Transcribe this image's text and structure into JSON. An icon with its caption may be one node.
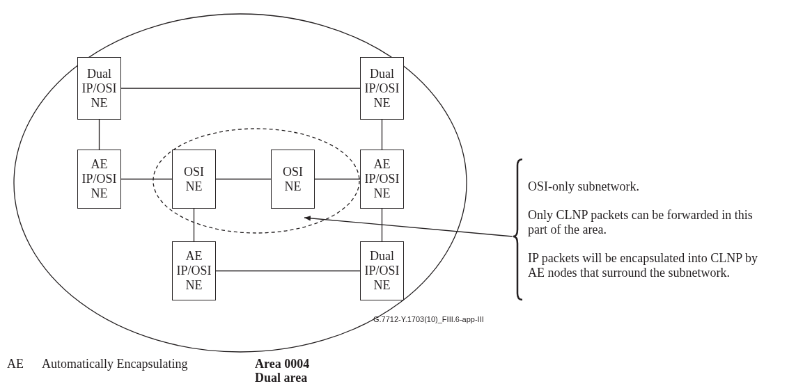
{
  "diagram": {
    "nodes": [
      {
        "text": [],
        "shape": "ellipse"
      },
      {
        "text": [
          "Dual IP/OSI NE"
        ],
        "in": 0
      },
      {
        "text": [
          "Dual IP/OSI NE"
        ],
        "in": 0
      },
      {
        "text": [
          "AE IP/OSI NE"
        ],
        "in": 0
      },
      {
        "text": [],
        "shape": "ellipse",
        "in": 0
      },
      {
        "text": [
          "OSI NE"
        ],
        "in": 4
      },
      {
        "text": [
          "OSI NE"
        ],
        "in": 4
      },
      {
        "text": [
          "AE IP/OSI NE"
        ],
        "in": 0
      },
      {
        "text": [
          "AE IP/OSI NE"
        ],
        "in": 0
      },
      {
        "text": [
          "Dual IP/OSI NE"
        ],
        "in": 0
      },
      {
        "text": [
          "OSI-only subnetwork.",
          "Only CLNP packets can be forwarded in this part of the area.",
          "IP packets will be encapsulated into CLNP by AE nodes that surround the subnetwork."
        ]
      }
    ],
    "edges": [
      {
        "from": 1,
        "to": 2,
        "arrow": "none"
      },
      {
        "from": 1,
        "to": 3,
        "arrow": "none"
      },
      {
        "from": 2,
        "to": 7,
        "arrow": "none"
      },
      {
        "from": 3,
        "to": 5,
        "arrow": "none"
      },
      {
        "from": 5,
        "to": 6,
        "arrow": "none"
      },
      {
        "from": 6,
        "to": 7,
        "arrow": "none"
      },
      {
        "from": 5,
        "to": 8,
        "arrow": "none"
      },
      {
        "from": 7,
        "to": 9,
        "arrow": "none"
      },
      {
        "from": 8,
        "to": 9,
        "arrow": "none"
      },
      {
        "from": 10,
        "to": 4,
        "arrow": "to"
      }
    ],
    "labels": [
      "G.7712-Y.1703(10)_FIII.6-app-III",
      "AE",
      "Automatically Encapsulating",
      "Area 0004 Dual area"
    ]
  }
}
